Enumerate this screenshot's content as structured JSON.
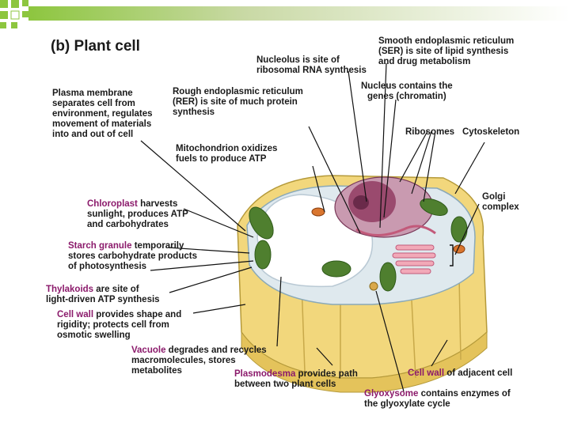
{
  "title": "(b) Plant cell",
  "labels": {
    "smooth_er": [
      "Smooth endoplasmic reticulum",
      "(SER) is site of lipid synthesis",
      "and drug metabolism"
    ],
    "nucleolus": [
      "Nucleolus is site of",
      "ribosomal RNA synthesis"
    ],
    "nucleus": [
      "Nucleus contains the",
      "genes (chromatin)"
    ],
    "plasma_membrane": [
      "Plasma membrane",
      "separates cell from",
      "environment, regulates",
      "movement of materials",
      "into and out of cell"
    ],
    "rough_er": [
      "Rough endoplasmic reticulum",
      "(RER) is site of much protein",
      "synthesis"
    ],
    "ribosomes": "Ribosomes",
    "cytoskeleton": "Cytoskeleton",
    "mitochondrion": [
      "Mitochondrion oxidizes",
      "fuels to produce ATP"
    ],
    "golgi": [
      "Golgi",
      "complex"
    ],
    "chloroplast": {
      "term": "Chloroplast",
      "rest": [
        " harvests",
        "sunlight, produces ATP",
        "and carbohydrates"
      ]
    },
    "starch": {
      "term": "Starch granule",
      "rest": [
        " temporarily",
        "stores carbohydrate products",
        "of photosynthesis"
      ]
    },
    "thylakoids": {
      "term": "Thylakoids",
      "rest": [
        " are site of",
        "light-driven ATP synthesis"
      ]
    },
    "cell_wall": {
      "term": "Cell wall",
      "rest": [
        " provides shape and",
        "rigidity; protects cell from",
        "osmotic swelling"
      ]
    },
    "vacuole": {
      "term": "Vacuole",
      "rest": [
        " degrades and recycles",
        "macromolecules, stores",
        "metabolites"
      ]
    },
    "plasmodesma": {
      "term": "Plasmodesma",
      "rest": [
        " provides path",
        "between two plant cells"
      ]
    },
    "cell_wall_adjacent": {
      "term": "Cell wall",
      "rest": [
        " of adjacent cell"
      ]
    },
    "glyoxysome": {
      "term": "Glyoxysome",
      "rest": [
        " contains enzymes of",
        "the glyoxylate cycle"
      ]
    }
  },
  "colors": {
    "highlight": "#8b1a6b",
    "slide_accent": "#8dc63f",
    "cell_wall": "#f2d77c",
    "chloroplast": "#4f7f2f",
    "nucleus": "#9a4a6e",
    "vacuole": "#ffffff",
    "cytoplasm": "#dfe9ee"
  }
}
